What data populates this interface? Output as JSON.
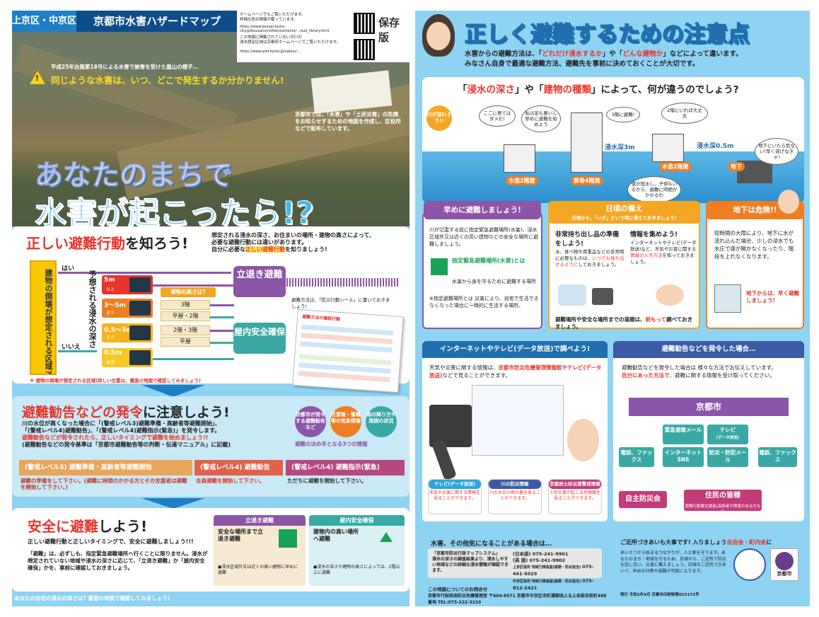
{
  "left": {
    "area_tag": "上京区・中京区",
    "map_title": "京都市水害ハザードマップ",
    "keep_label": "保存版",
    "web_line1": "ホームページでもご覧いただけます。",
    "web_line1b": "詳細な防災情報が載っています。",
    "web_url1": "https://www.bousai.kyoto-city.jp/bousai/cmsfiles/contents/…/sub_library.html",
    "web_line2": "この地図に掲載されていない河川の",
    "web_line2b": "浸水想定区域は京都府ホームページでご覧いただけます。",
    "web_url2": "https://www.pref.kyoto.jp/sabou/…",
    "photo_caption": "平成25年台風第18号による水害で被害を受けた嵐山の様子…",
    "warning": "同じような水害は、いつ、どこで発生するか分かりません!",
    "photo_note": "京都市では、「水害」や「土砂災害」の危険をお知らせするための地図を作成し、区役所などで配布しています。",
    "big_title_1": "あなたのまちで",
    "big_title_2": "水害が起こったら!?",
    "p1": {
      "title_hl": "正しい避難行動",
      "title_rest": "を知ろう!",
      "desc1": "想定される浸水の深さ、お住まいの場所・建物の高さによって、",
      "desc2": "必要な避難行動には違いがあります。",
      "desc3_pre": "自分に必要な",
      "desc3_hl": "正しい避難行動",
      "desc3_post": "を知りましょう!",
      "zone": "建物の倒壊が想定される区域?",
      "yes": "はい",
      "no": "いいえ",
      "depth_label": "予想される浸水の深さ",
      "depths": [
        {
          "v": "5m",
          "s": "以上"
        },
        {
          "v": "3〜5m",
          "s": "まで"
        },
        {
          "v": "0.5〜3m",
          "s": "まで"
        },
        {
          "v": "0.5m",
          "s": "未満"
        }
      ],
      "building_head": "建物の高さは?",
      "buildings": [
        "3階",
        "平屋・2階",
        "2階・3階",
        "平屋"
      ],
      "evac": "立退き避難",
      "safe": "屋内安全確保",
      "sticker_note": "避難方法は、「防災行動シール」に書いておきましょう!",
      "sticker_head": "避難方法の確認行動",
      "footnote": "※ 建物の倒壊が想定される区域(詳しい位置は、裏面の地図で確認してみましょう)"
    },
    "p2": {
      "title_hl": "避難勧告などの発令",
      "title_rest": "に注意しよう!",
      "desc1": "川の水位が高くなった場合に「(警戒レベル3)避難準備・高齢者等避難開始」、",
      "desc2": "「(警戒レベル4)避難勧告」、「(警戒レベル4)避難指示(緊急)」を発令します。",
      "desc3": "避難勧告などが発令されたら、正しいタイミングで避難を始めましょう!!",
      "desc4": "(避難勧告などの発令基準は「京都市避難勧告等の判断・伝達マニュアル」に記載)",
      "circles": [
        "京都市が発令する避難勧告など",
        "注意報・警報等の気象情報",
        "雨の降り方や周囲の状況"
      ],
      "three_info": "避難の決め手となる3つの情報",
      "lv1": "(警戒レベル3) 避難準備・高齢者等避難開始",
      "lv2": "(警戒レベル4) 避難勧告",
      "lv3": "(警戒レベル4) 避難指示(緊急)",
      "lv1_txt": "避難の準備をして下さい。(避難に時間のかかる方とその支援者は避難を開始して下さい。)",
      "lv2_txt": "全員避難を開始して下さい。",
      "lv3_txt": "ただちに避難を開始して下さい。"
    },
    "p3": {
      "title_hl": "安全に避難",
      "title_rest": "しよう!",
      "t1": "正しい避難行動と正しいタイミングで、安全に避難しましょう!!!",
      "t2": "「避難」は、必ずしも、指定緊急避難場所へ行くことに限りません。浸水が想定されていない地域や浸水の深さに応じて、「立退き避難」か「屋内安全確保」かを、事前に確認しておきましょう。",
      "card1_head": "立退き避難",
      "card1_txt": "安全な場所まで立退き避難",
      "card1_note": "●浸水区域外又は近くの高い建物に早めに避難",
      "card2_head": "屋内安全確保",
      "card2_txt": "建物内の高い場所へ避難",
      "card2_note": "●浸水の深さや建物の高さによっては、2階以上に避難"
    },
    "bottom_note": "あなたの自宅の浸水の深さは? 裏面の地図で確認してみましょう!"
  },
  "right": {
    "title": "正しく避難するための注意点",
    "intro1_pre": "水害からの避難方法は、「",
    "intro1_hl1": "どれだけ浸水するか",
    "intro1_mid": "」や「",
    "intro1_hl2": "どんな建物か",
    "intro1_post": "」などによって違います。",
    "intro2": "みなさん自身で最適な避難方法、避難先を事前に決めておくことが大切です。",
    "scene": {
      "title_pre": "「",
      "title_hl1": "浸水の深さ",
      "title_mid": "」や「",
      "title_hl2": "建物の種類",
      "title_post": "」によって、何が違うのでしょう?",
      "river": "川が溢れそう!!",
      "bub1": "ここに居てはダメだ!",
      "bub2": "私は足も悪いし早めに避難を始めよう",
      "bub3": "3階に避難!",
      "bub4": "2階にいれば大丈夫",
      "bub5": "地下にいたら危ない!早く逃げなきゃ!",
      "bub6": "道が冠水し、子供もいるから、避難に時間がかかるわ",
      "d3": "浸水深3m",
      "d05": "浸水深0.5m",
      "b1": "木造2階建",
      "b2": "鉄骨4階建",
      "b3": "木造2階建",
      "b4": "地下"
    },
    "early": {
      "head": "早めに避難しましょう!",
      "txt": "川が氾濫する前に指定緊急避難場所(水害)、浸水区域外又は近くの高い建物などの安全な場所に避難しましょう。",
      "shelter": "指定緊急避難場所(水害)とは",
      "shelter_desc": "水害から身を守るために避難する場所",
      "designated": "※指定避難場所とは 災害により、自宅で生活できなくなった場合に一時的に生活する場所。"
    },
    "prep": {
      "head1": "日頃の備え",
      "head2": "日頃から、「いざ」という時に備えておきましょう!",
      "a_head": "非常持ち出し品の準備をしよう!",
      "a_txt": "水、食べ物や貴重品などの非常時に必要なものは、",
      "a_hl": "いつでも持ち出せるように",
      "a_txt2": "しておきましょう。",
      "b_head": "情報を集めよう!",
      "b_txt": "インターネットやテレビ(データ放送)など、天気や災害に関する",
      "b_hl": "情報の入手方法",
      "b_txt2": "を知っておきましょう。",
      "foot1": "避難場所や安全な場所までの道順は、",
      "foot_hl": "前もって",
      "foot2": "調べておきましょう。"
    },
    "under": {
      "head": "地下は危険!!",
      "txt": "短時間の大雨により、地下に水が流れ込んだ場合、少しの浸水でも水圧で扉が開かなくなったり、階段を上れなくなります。",
      "note": "地下からは、早く避難しましょう!"
    },
    "inet": {
      "head": "インターネットやテレビ(データ放送)で調べよう!",
      "txt_pre": "天気や災害に関する情報は、",
      "txt_hl1": "京都市防災危機管理情報館",
      "txt_mid": "や",
      "txt_hl2": "テレビ(データ放送)",
      "txt_post": "などで見ることができます。",
      "mini": [
        {
          "h": "テレビ(データ放送)",
          "t": "天気や災害に関する情報を見ることができます。"
        },
        {
          "h": "川の防災情報",
          "t": "川の水位や雨の量を見ることができます。"
        },
        {
          "h": "京都府土砂災害警戒情報",
          "t": "土砂災害が起こる危険度を見ることができます。"
        }
      ]
    },
    "adv": {
      "head": "避難勧告などを発令した場合…",
      "txt1": "避難勧告などを発令した場合は 様々な方法でお伝えしています。",
      "txt_hl": "自分にあった方法で",
      "txt2": "、避難に関する情報を受け取ってください。",
      "city": "京都市",
      "m1": "緊急速報メール",
      "m2": "テレビ",
      "m2s": "(データ放送)",
      "m3": "インターネットSNS",
      "m4": "防災・防犯メール",
      "m5": "電話、ファックス",
      "m6": "電話、ファックス",
      "self": "自主防災会",
      "residents": "住民の皆様",
      "residents_sub": "避難行動要支援者(高齢者や障害のある方など)"
    },
    "bottom_left": {
      "title": "水害、その他気になることがある場合は…",
      "box1": "「京都市防災行政マップシステム」",
      "box2": "浸水の深さの調査結果より、浸水しやすい地域などの詳細な浸水情報が確認できます。",
      "tel1_lbl": "(日本語)",
      "tel1": "075-241-9901",
      "tel2_lbl": "(英 語)",
      "tel2": "075-241-9902",
      "tel3_lbl": "上京区役所 地域力推進室(総務・防災担当)",
      "tel3": "075-441-5029",
      "tel4_lbl": "中京区役所 地域力推進室(総務・防災担当)",
      "tel4": "075-812-2421",
      "contact_head": "この地図についてのお問合せ",
      "contact": "京都市行財政局防災危機管理室 〒604-8571 京都市中京区寺町通御池上る上本能寺前町488番地 TEL:075-222-3210"
    },
    "bottom_right": {
      "title_pre": "ご近所づきあいも大事です! 入りましょう",
      "title_hl": "自治会・町内会",
      "title_post": "に",
      "txt": "あいさつから始まるつながりが、人と家を守ります。あなたのまち・地域を守るため、日頃から、ご近所で防災を話し合い、災害に備えましょう。日頃のご近所づきあいで、早めの対策や避難が可能になります。",
      "issue": "発行 令和2年4月 京都市印刷物第015172号",
      "city_label": "京都市"
    }
  }
}
